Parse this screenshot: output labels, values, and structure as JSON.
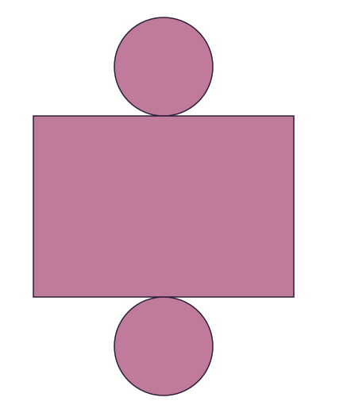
{
  "diagram": {
    "type": "cylinder-net",
    "parts": [
      "top-circle",
      "lateral-rectangle",
      "bottom-circle"
    ],
    "colors": {
      "fill": "#c07a9c",
      "stroke": "#2b1f3a",
      "background": "#ffffff"
    }
  }
}
